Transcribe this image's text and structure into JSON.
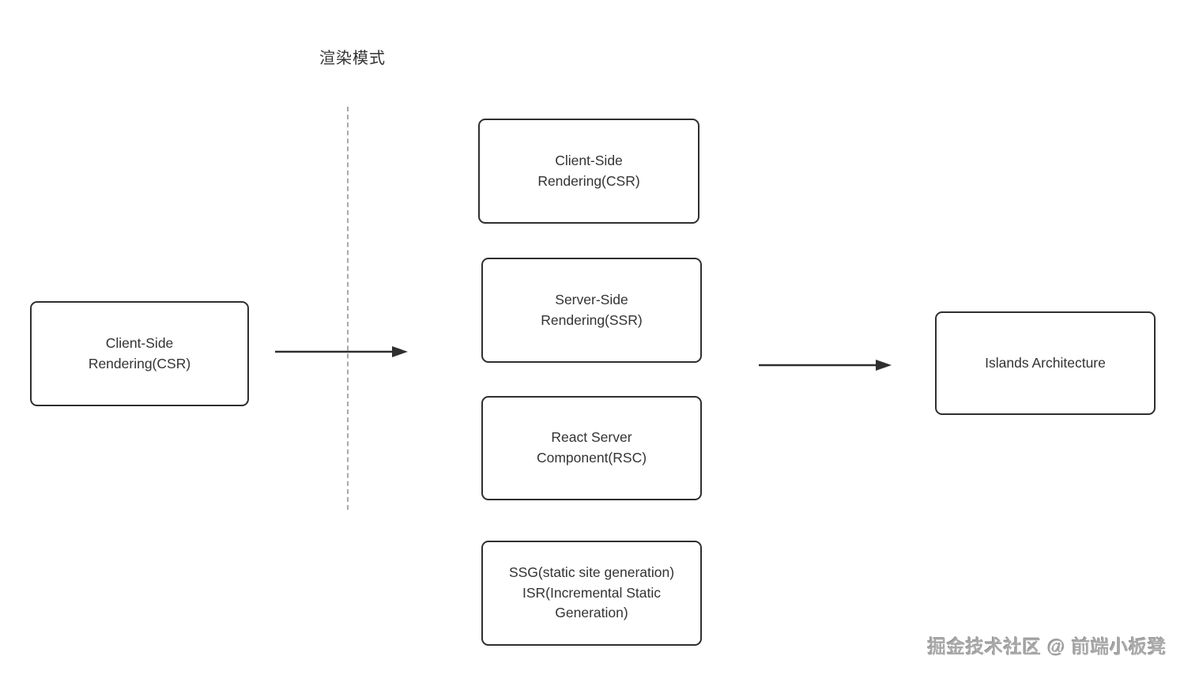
{
  "title": "渲染模式",
  "nodes": {
    "source": {
      "label": "Client-Side\nRendering(CSR)"
    },
    "modes": [
      {
        "label": "Client-Side\nRendering(CSR)"
      },
      {
        "label": "Server-Side\nRendering(SSR)"
      },
      {
        "label": "React Server\nComponent(RSC)"
      },
      {
        "label": "SSG(static site generation)\nISR(Incremental Static\nGeneration)"
      }
    ],
    "target": {
      "label": "Islands Architecture"
    }
  },
  "colors": {
    "node_border": "#2f2f2f",
    "node_text": "#333333",
    "arrow": "#2f2f2f",
    "divider_dash": "#a8a8a8",
    "watermark": "#a9a9a9"
  },
  "watermark": "掘金技术社区 @ 前端小板凳"
}
